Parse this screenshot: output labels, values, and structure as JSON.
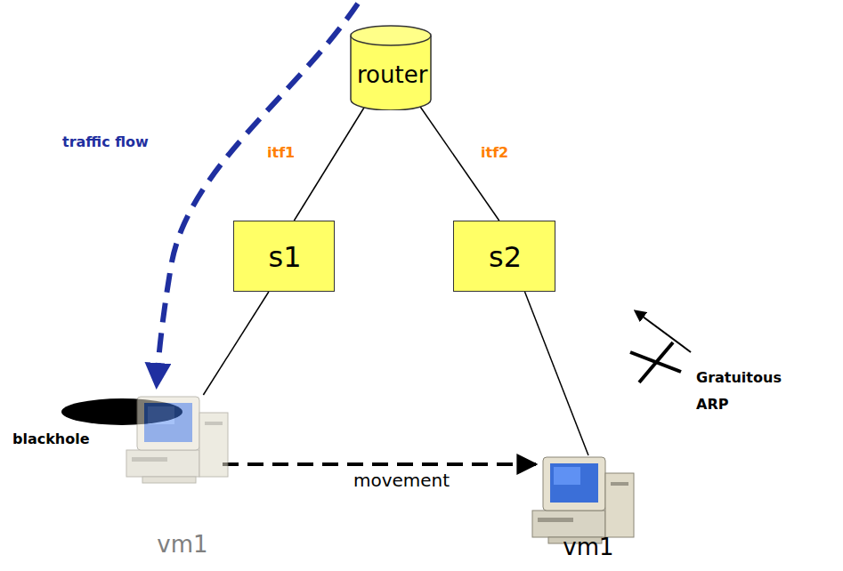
{
  "diagram": {
    "nodes": [
      {
        "text": [
          "router"
        ]
      },
      {
        "text": [
          "s1"
        ]
      },
      {
        "text": [
          "s2"
        ]
      },
      {
        "text": [
          "vm1"
        ]
      },
      {
        "text": [
          "vm1"
        ]
      }
    ],
    "edges": [
      {
        "from": 0,
        "to": 1,
        "arrow": "none"
      },
      {
        "from": 0,
        "to": 2,
        "arrow": "none"
      },
      {
        "from": 1,
        "to": 3,
        "arrow": "none"
      },
      {
        "from": 2,
        "to": 4,
        "arrow": "none"
      },
      {
        "from": 3,
        "to": 4,
        "label": "movement",
        "arrow": "to"
      }
    ],
    "labels": [
      "traffic flow",
      "itf1",
      "itf2",
      "blackhole",
      "Gratuitous ARP"
    ]
  }
}
